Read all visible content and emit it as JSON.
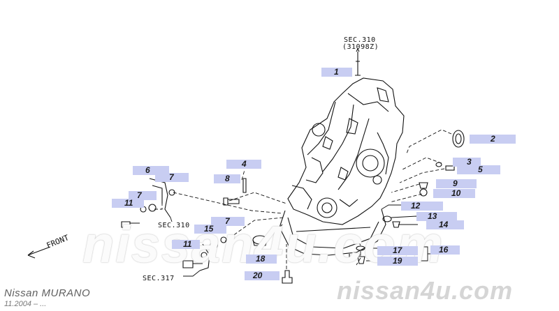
{
  "references": {
    "sec310_top": "SEC.310",
    "sec310_code": "(31098Z)",
    "sec310_left": "SEC.310",
    "sec317": "SEC.317",
    "front": "FRONT"
  },
  "callouts": [
    {
      "id": "1",
      "label": "1"
    },
    {
      "id": "2",
      "label": "2"
    },
    {
      "id": "3",
      "label": "3"
    },
    {
      "id": "4",
      "label": "4"
    },
    {
      "id": "5",
      "label": "5"
    },
    {
      "id": "6",
      "label": "6"
    },
    {
      "id": "7a",
      "label": "7"
    },
    {
      "id": "7b",
      "label": "7"
    },
    {
      "id": "7c",
      "label": "7"
    },
    {
      "id": "8",
      "label": "8"
    },
    {
      "id": "9",
      "label": "9"
    },
    {
      "id": "10",
      "label": "10"
    },
    {
      "id": "11a",
      "label": "11"
    },
    {
      "id": "11b",
      "label": "11"
    },
    {
      "id": "12",
      "label": "12"
    },
    {
      "id": "13",
      "label": "13"
    },
    {
      "id": "14",
      "label": "14"
    },
    {
      "id": "15",
      "label": "15"
    },
    {
      "id": "16",
      "label": "16"
    },
    {
      "id": "17",
      "label": "17"
    },
    {
      "id": "18",
      "label": "18"
    },
    {
      "id": "19",
      "label": "19"
    },
    {
      "id": "20",
      "label": "20"
    }
  ],
  "footer": {
    "model": "Nissan  MURANO",
    "date": "11.2004  –  ...",
    "brand": "nissan4u.com"
  },
  "watermark": "nissan4u.com",
  "colors": {
    "callout_bg": "#c8cdf2",
    "line": "#111111"
  }
}
